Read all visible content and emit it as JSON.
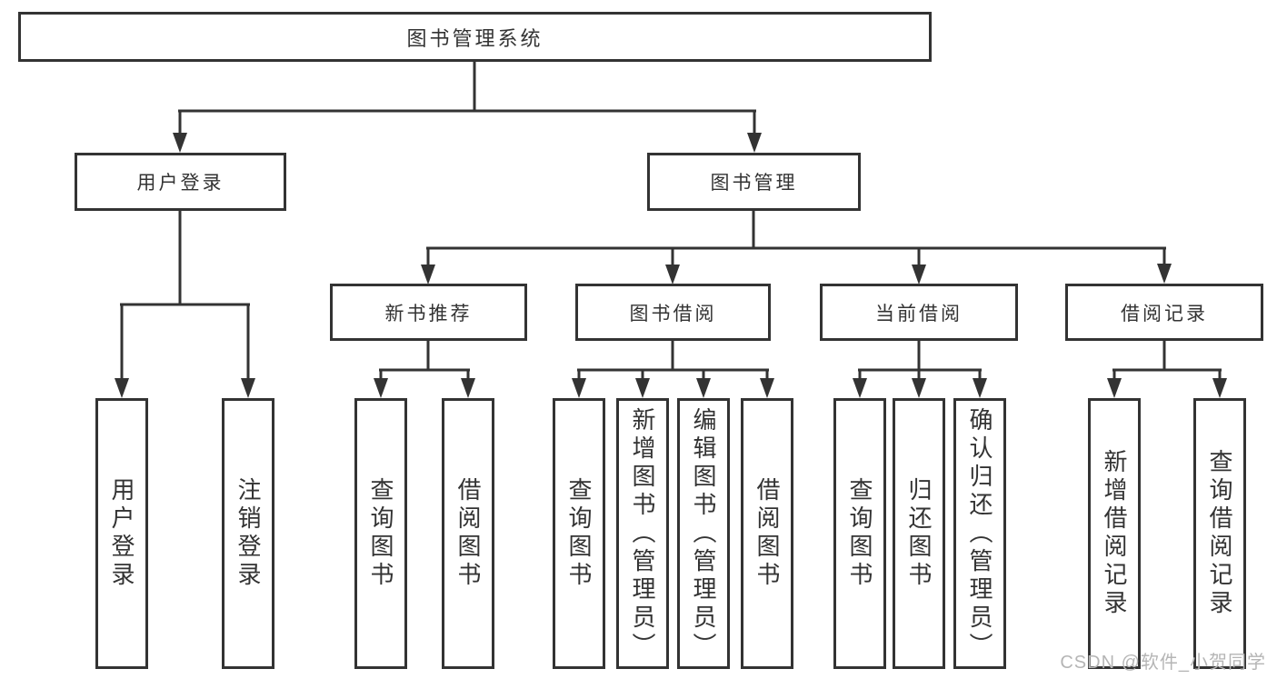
{
  "diagram": {
    "root": {
      "label": "图书管理系统"
    },
    "level2": [
      {
        "label": "用户登录"
      },
      {
        "label": "图书管理"
      }
    ],
    "level3": [
      {
        "label": "新书推荐"
      },
      {
        "label": "图书借阅"
      },
      {
        "label": "当前借阅"
      },
      {
        "label": "借阅记录"
      }
    ],
    "leaves": {
      "user_login": [
        {
          "label": "用户登录"
        },
        {
          "label": "注销登录"
        }
      ],
      "new_book_recommend": [
        {
          "label": "查询图书"
        },
        {
          "label": "借阅图书"
        }
      ],
      "book_borrowing": [
        {
          "label": "查询图书"
        },
        {
          "label": "新增图书（管理员）"
        },
        {
          "label": "编辑图书（管理员）"
        },
        {
          "label": "借阅图书"
        }
      ],
      "current_borrowing": [
        {
          "label": "查询图书"
        },
        {
          "label": "归还图书"
        },
        {
          "label": "确认归还（管理员）"
        }
      ],
      "borrowing_records": [
        {
          "label": "新增借阅记录"
        },
        {
          "label": "查询借阅记录"
        }
      ]
    }
  },
  "watermark": {
    "text": "CSDN @软件_小贺同学"
  },
  "colors": {
    "line": "#333333",
    "border": "#333333",
    "text": "#333333",
    "watermark": "#b5b5b5",
    "background": "#ffffff"
  }
}
